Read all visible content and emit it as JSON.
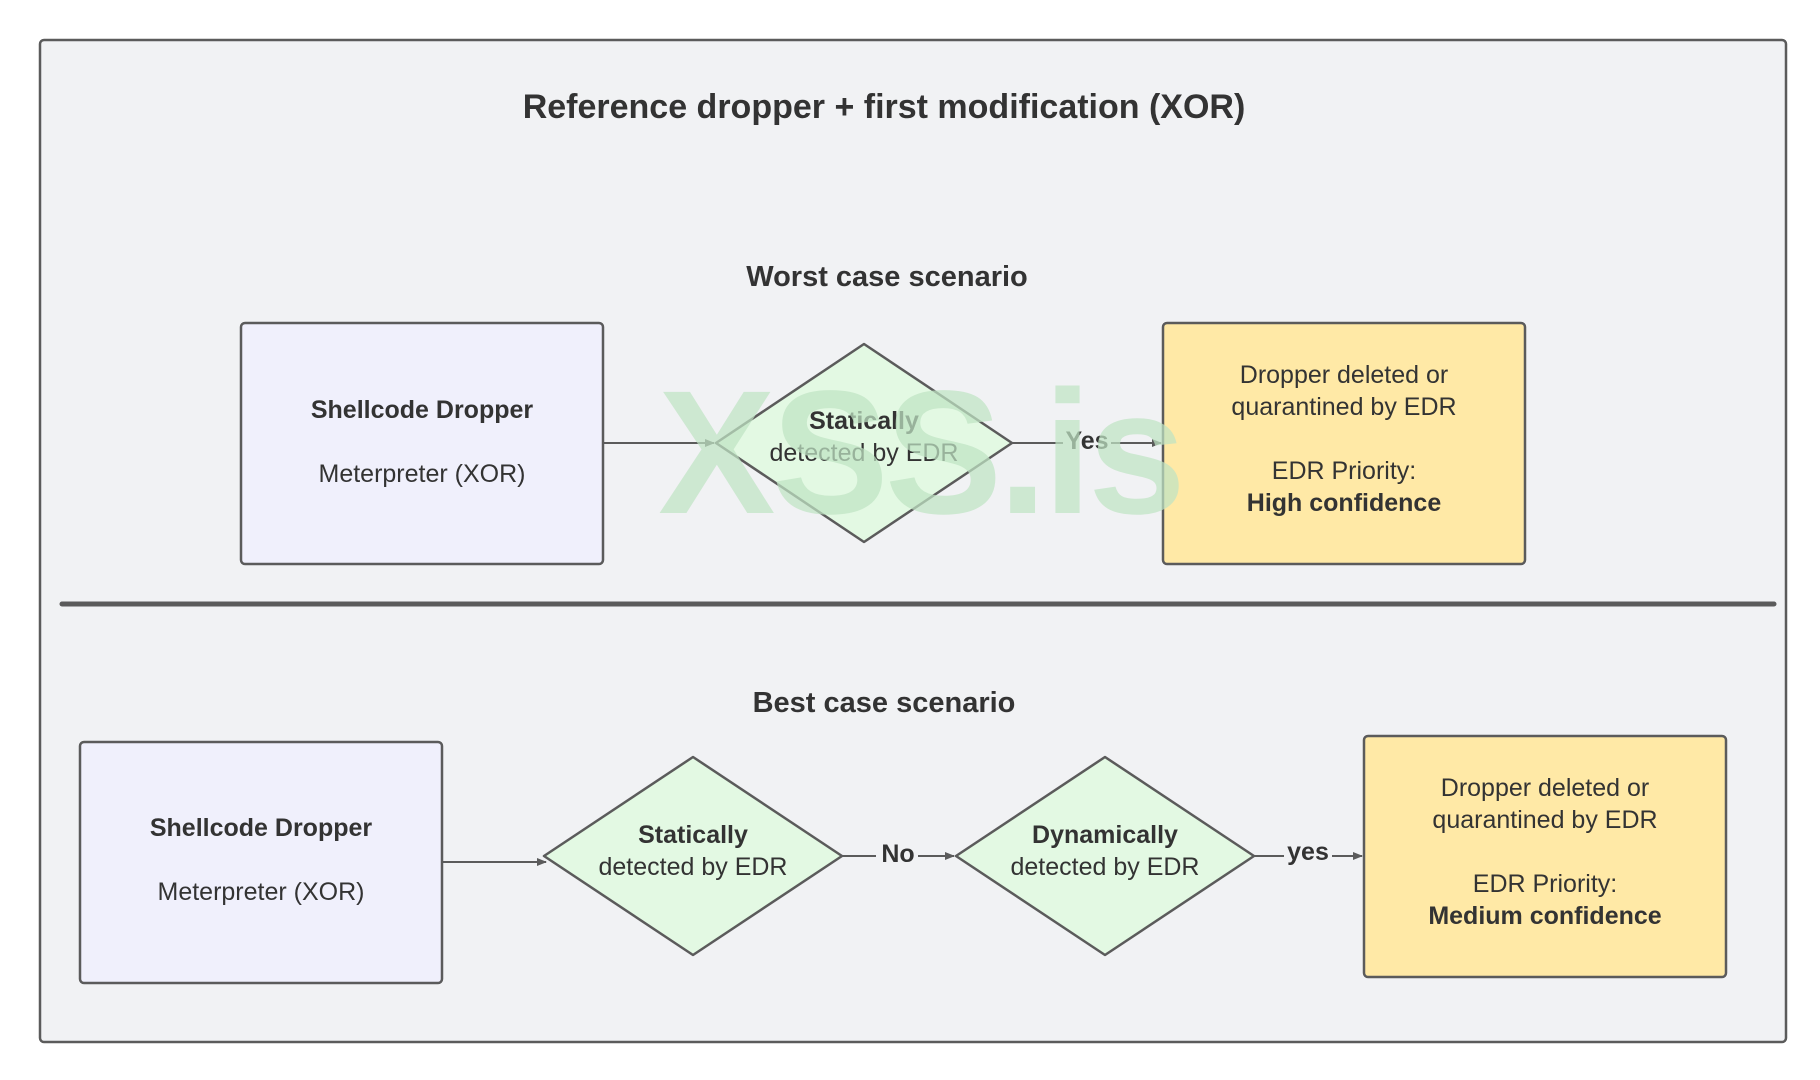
{
  "title": "Reference dropper + first modification (XOR)",
  "worst_case": {
    "heading": "Worst case scenario",
    "dropper": {
      "title": "Shellcode Dropper",
      "subtitle": "Meterpreter (XOR)"
    },
    "static_check": {
      "line1": "Statically",
      "line2": "detected by EDR"
    },
    "yes_label": "Yes",
    "result": {
      "line1": "Dropper deleted or",
      "line2": "quarantined by EDR",
      "line3": "EDR Priority:",
      "line4": "High confidence"
    }
  },
  "best_case": {
    "heading": "Best case scenario",
    "dropper": {
      "title": "Shellcode Dropper",
      "subtitle": "Meterpreter (XOR)"
    },
    "static_check": {
      "line1": "Statically",
      "line2": "detected by EDR"
    },
    "no_label": "No",
    "dynamic_check": {
      "line1": "Dynamically",
      "line2": "detected by EDR"
    },
    "yes_label": "yes",
    "result": {
      "line1": "Dropper deleted or",
      "line2": "quarantined by EDR",
      "line3": "EDR Priority:",
      "line4": "Medium confidence"
    }
  },
  "watermark": "XSS.is",
  "colors": {
    "background": "#f1f2f4",
    "border": "#5b5b5b",
    "dropper_fill": "#f0f0fc",
    "diamond_fill": "#e3f9e3",
    "result_fill": "#ffe9a6",
    "text": "#333333",
    "watermark": "#bfe3c4"
  }
}
